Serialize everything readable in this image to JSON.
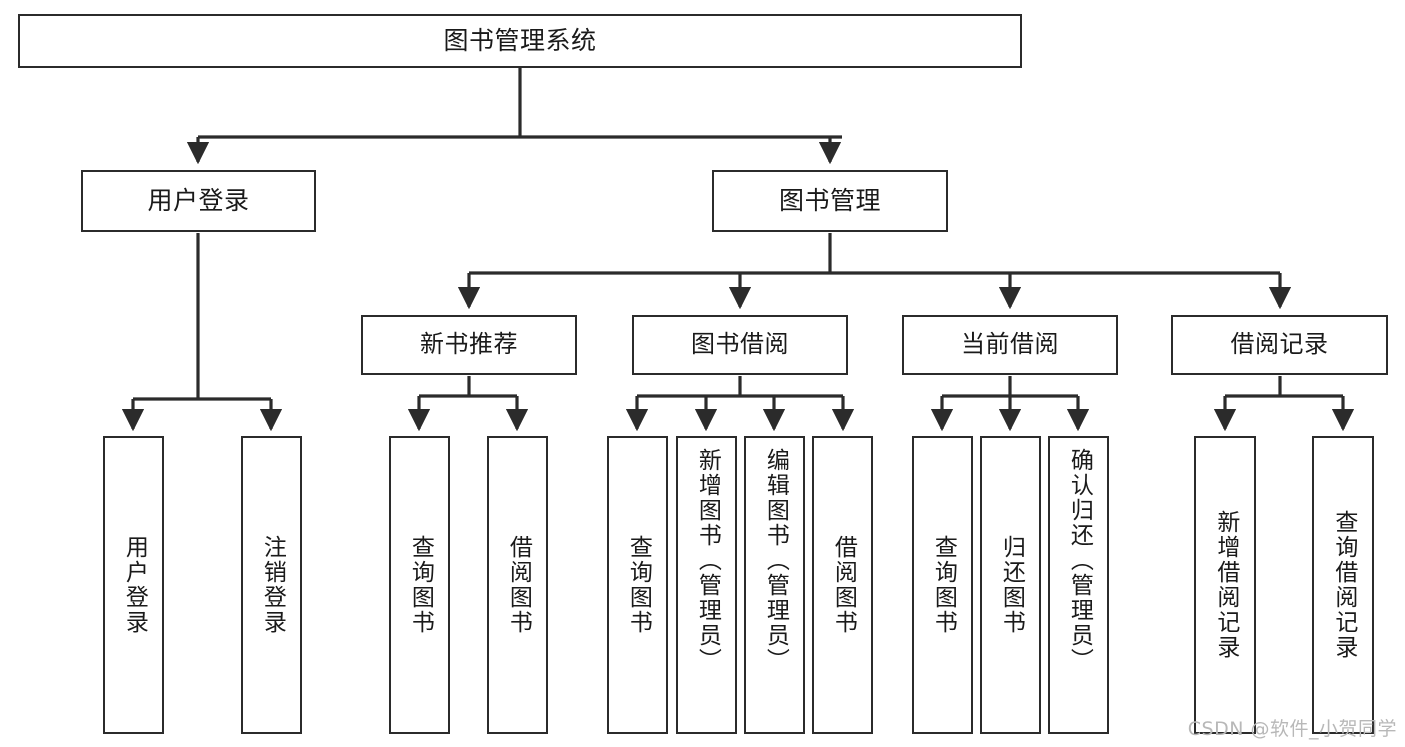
{
  "diagram": {
    "type": "tree",
    "title": "图书管理系统",
    "watermark": "CSDN @软件_小贺同学",
    "colors": {
      "stroke": "#2b2b2b",
      "fill": "#ffffff",
      "text": "#1a1a1a",
      "watermark": "#b8b8b8"
    },
    "nodes": {
      "root": {
        "label": "图书管理系统"
      },
      "level2": [
        {
          "label": "用户登录"
        },
        {
          "label": "图书管理"
        }
      ],
      "level3": [
        {
          "label": "新书推荐"
        },
        {
          "label": "图书借阅"
        },
        {
          "label": "当前借阅"
        },
        {
          "label": "借阅记录"
        }
      ],
      "leaves_user_login": [
        {
          "label": "用户登录"
        },
        {
          "label": "注销登录"
        }
      ],
      "leaves_new_book": [
        {
          "label": "查询图书"
        },
        {
          "label": "借阅图书"
        }
      ],
      "leaves_borrow": [
        {
          "label": "查询图书"
        },
        {
          "label": "新增图书（管理员）"
        },
        {
          "label": "编辑图书（管理员）"
        },
        {
          "label": "借阅图书"
        }
      ],
      "leaves_current": [
        {
          "label": "查询图书"
        },
        {
          "label": "归还图书"
        },
        {
          "label": "确认归还（管理员）"
        }
      ],
      "leaves_records": [
        {
          "label": "新增借阅记录"
        },
        {
          "label": "查询借阅记录"
        }
      ]
    }
  }
}
